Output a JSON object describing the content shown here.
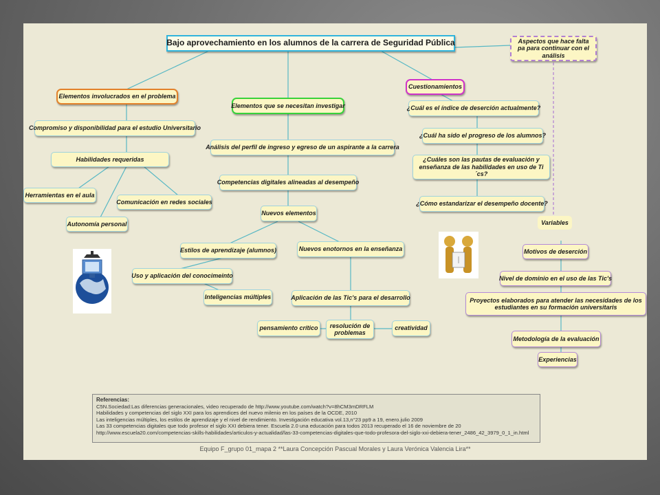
{
  "title": "Bajo aprovechamiento en los alumnos de la carrera de Seguridad Pública",
  "aspects": "Aspectos que hace falta pa para continuar con el análisis",
  "left": {
    "heading": "Elementos involucrados en el problema",
    "commitment": "Compromiso y disponibilidad para el estudio Universitario",
    "skills": "Habilidades  requeridas",
    "tools": "Herramientas en el aula",
    "social": "Comunicación en redes sociales",
    "autonomy": "Autonomía personal"
  },
  "center": {
    "heading": "Elementos que se necesitan investigar",
    "profile": "Análisis del perfil de ingreso y egreso de un aspirante a la carrera",
    "digital": "Competencias digitales alineadas al desempeño",
    "new_elements": "Nuevos elementos",
    "styles": "Estilos de aprendizaje (alumnos)",
    "environments": "Nuevos  enotornos en la enseñanza",
    "knowledge": "Uso y aplicación del conocimeinto",
    "intelligences": "Inteligencias múltiples",
    "tics": "Aplicación de las Tic's para el desarrollo",
    "critical": "pensamiento crítico",
    "problems": "resolución de problemas",
    "creativity": "creatividad"
  },
  "questions": {
    "heading": "Cuestionamientos",
    "q1": "¿Cuál es el índice de deserción actualmente?",
    "q2": "¿Cuál ha sido el progreso de los alumnos?",
    "q3": "¿Cuáles son las pautas de evaluación y enseñanza de las habilidades en uso de Ti´cs?",
    "q4": "¿Cómo estandarizar el desempeño docente?"
  },
  "variables": {
    "heading": "Variables",
    "v1": "Motivos de deserción",
    "v2": "Nivel de dominio en el uso de las Tic's",
    "v3": "Proyectos elaborados para atender las necesidades de los estudiantes en su formación universitaris",
    "v4": "Metodología de la evaluación",
    "v5": "Experiencias"
  },
  "references": {
    "heading": "Referencias:",
    "lines": [
      "C5N.Sociedad:Las diferencias generacionales, video recuperado de http://www.youtube.com/watch?v=8hCM3mDRFLM",
      "Habilidades y competencias del siglo XXI para los aprendices del nuevo milenio en los países de la OCDE, 2010",
      "Las inteligencias múltiples, los estilos de aprendizaje y el nivel de rendimiento. Investigación educativa vol.13,n°23 pp9 a 19, enero.julio 2009",
      "Las 33 competencias digitales que todo profesor el siglo XXI debiera tener. Escuela 2.0 una educación para todos 2013 recuperado el 16 de noviembre de 20",
      "http://www.escuela20.com/competencias-skills-habilidades/articulos-y-actualidad/las-33-competencias-digitales-que-todo-profesora-del-siglo-xxi-debiera-tener_2486_42_3979_0_1_in.html"
    ]
  },
  "footer": "Equipo F_grupo 01_mapa 2 **Laura Concepción Pascual Morales y  Laura Verónica Valencia Lira**",
  "colors": {
    "title_border": "#2fb4dc",
    "orange": "#e2812a",
    "green": "#37d33a",
    "magenta": "#cf33c9",
    "purple": "#b07fd3",
    "node_fill": "#fcf6c4",
    "line": "#56b7c4"
  }
}
